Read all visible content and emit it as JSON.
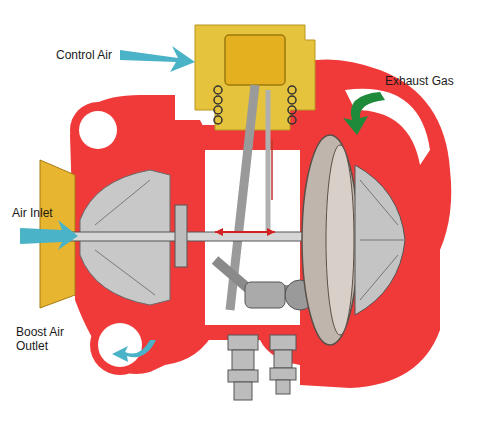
{
  "diagram": {
    "labels": [
      "Control Air",
      "Exhaust Gas",
      "Air Inlet",
      "Boost Air Outlet"
    ]
  }
}
